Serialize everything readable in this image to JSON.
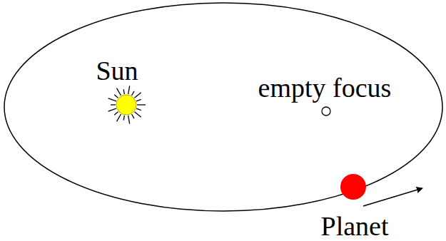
{
  "diagram": {
    "labels": [
      "Sun",
      "empty focus",
      "Planet"
    ]
  }
}
